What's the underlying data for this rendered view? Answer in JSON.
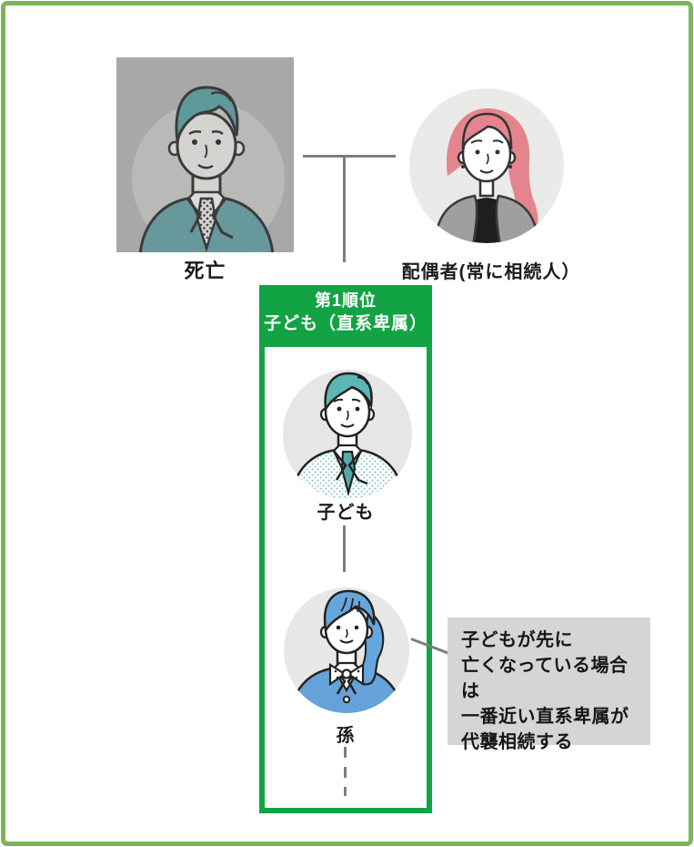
{
  "figure": {
    "deceased": {
      "label": "死亡"
    },
    "spouse": {
      "label": "配偶者(常に相続人）"
    },
    "rank1": {
      "title_line1": "第1順位",
      "title_line2": "子ども（直系卑属）"
    },
    "child": {
      "label": "子ども"
    },
    "grandchild": {
      "label": "孫"
    },
    "note": {
      "lines": [
        "子どもが先に",
        "亡くなっている場合は",
        "一番近い直系卑属が",
        "代襲相続する"
      ]
    }
  },
  "colors": {
    "frame_green": "#7cb65c",
    "rank_green": "#11a344",
    "connector_gray": "#7d7d7d",
    "note_background": "#d5d5d5",
    "deceased_photo_background": "#a8a8a8",
    "deceased_suit_teal": "#67989b",
    "child_hair_teal": "#5cb6b6",
    "spouse_hair_pink": "#e4848d",
    "grandchild_blue": "#64a2d9",
    "avatar_circle_gray": "#e7e7e6",
    "text": "#1b1b1b"
  }
}
